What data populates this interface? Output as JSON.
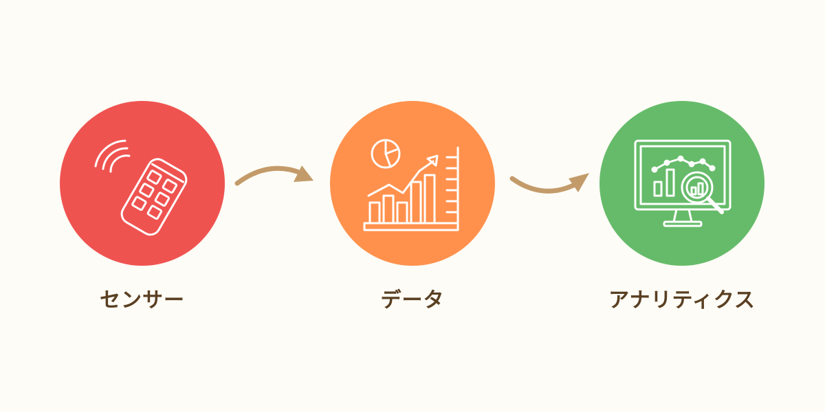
{
  "steps": [
    {
      "label": "センサー",
      "icon": "remote-sensor-icon",
      "color": "#ef5350"
    },
    {
      "label": "データ",
      "icon": "data-chart-icon",
      "color": "#ff914d"
    },
    {
      "label": "アナリティクス",
      "icon": "analytics-monitor-icon",
      "color": "#66bb6a"
    }
  ],
  "arrow_color": "#c39b6a",
  "text_color": "#5a3f22",
  "background": "#fdfcf6"
}
